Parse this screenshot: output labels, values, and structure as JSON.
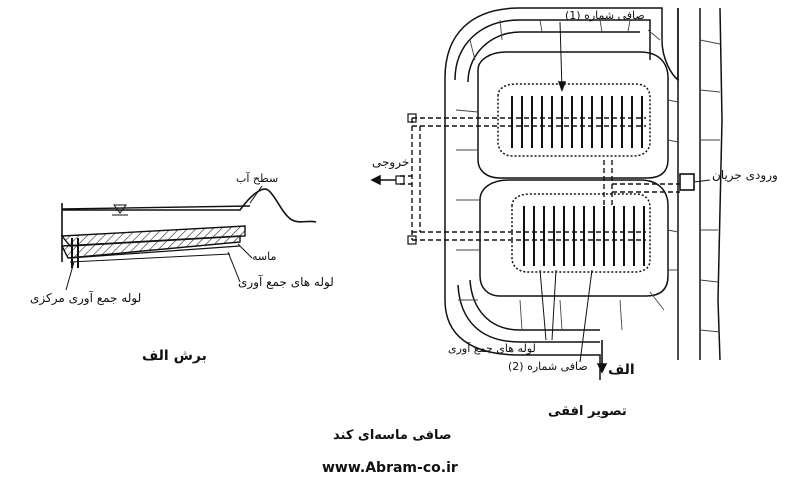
{
  "section": {
    "water_surface_label": "سطح آب",
    "sand_label": "ماسه",
    "collector_pipes_label": "لوله های جمع آوری",
    "central_collector_label": "لوله جمع آوری مرکزی",
    "section_title": "برش الف"
  },
  "plan": {
    "filter1_label": "صافی شماره (1)",
    "filter2_label": "صافی شماره (2)",
    "outlet_label": "خروجی",
    "inlet_label": "ورودی جریان",
    "collector_pipes_label": "لوله های جمع آوری",
    "section_marker_label": "الف",
    "plan_title": "تصویر افقی"
  },
  "figure": {
    "caption": "صافی ماسه‌ای کند",
    "website": "www.Abram-co.ir"
  }
}
